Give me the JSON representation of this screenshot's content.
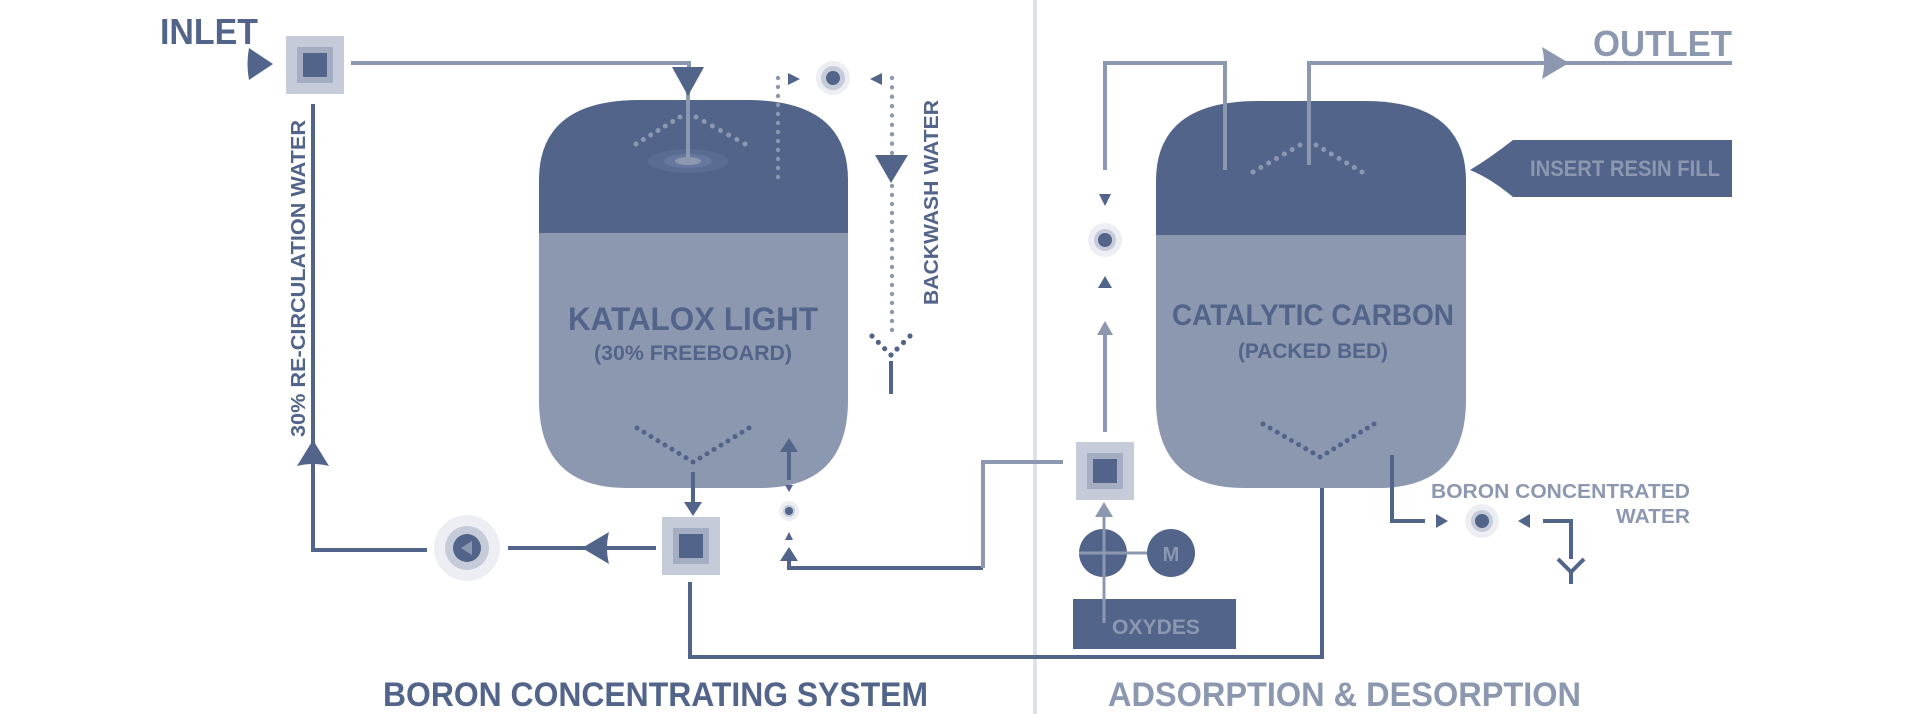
{
  "labels": {
    "inlet": "INLET",
    "outlet": "OUTLET",
    "recirculation": "30% RE-CIRCULATION WATER",
    "backwash": "BACKWASH WATER",
    "insert_resin_fill": "INSERT RESIN FILL",
    "boron_concentrated_line1": "BORON CONCENTRATED",
    "boron_concentrated_line2": "WATER",
    "oxydes": "OXYDES",
    "motor": "M"
  },
  "tanks": [
    {
      "name": "KATALOX LIGHT",
      "subtitle": "(30% FREEBOARD)"
    },
    {
      "name": "CATALYTIC CARBON",
      "subtitle": "(PACKED BED)"
    }
  ],
  "sections": {
    "left": "BORON CONCENTRATING SYSTEM",
    "right": "ADSORPTION & DESORPTION"
  },
  "colors": {
    "primary": "#52648a",
    "secondary": "#8c98b0",
    "pale": "#c5cbd8",
    "halo": "#eceef3",
    "divider": "#dde1e9"
  }
}
